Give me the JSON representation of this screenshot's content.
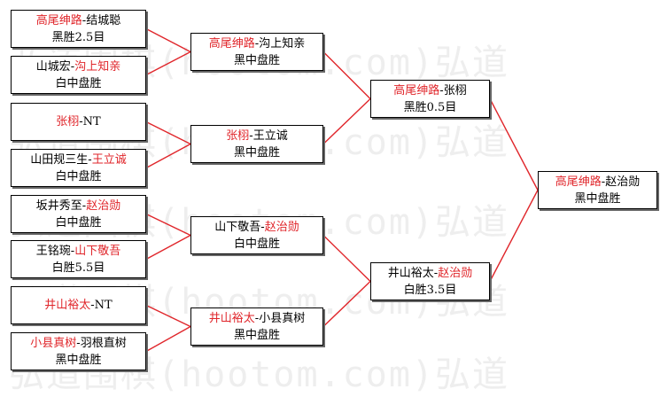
{
  "watermark": "弘道围棋(hootom.com)弘道",
  "round1": [
    {
      "top": [
        {
          "t": "高尾绅路",
          "r": true
        },
        {
          "t": "-结城聪",
          "r": false
        }
      ],
      "result": "黑胜2.5目"
    },
    {
      "top": [
        {
          "t": "山城宏-",
          "r": false
        },
        {
          "t": "沟上知亲",
          "r": true
        }
      ],
      "result": "白中盘胜"
    },
    {
      "top": [
        {
          "t": "张栩",
          "r": true
        },
        {
          "t": "-NT",
          "r": false
        }
      ],
      "result": ""
    },
    {
      "top": [
        {
          "t": "山田规三生-",
          "r": false
        },
        {
          "t": "王立诚",
          "r": true
        }
      ],
      "result": "白中盘胜"
    },
    {
      "top": [
        {
          "t": "坂井秀至-",
          "r": false
        },
        {
          "t": "赵治勋",
          "r": true
        }
      ],
      "result": "白中盘胜"
    },
    {
      "top": [
        {
          "t": "王铭琬-",
          "r": false
        },
        {
          "t": "山下敬吾",
          "r": true
        }
      ],
      "result": "白胜5.5目"
    },
    {
      "top": [
        {
          "t": "井山裕太",
          "r": true
        },
        {
          "t": "-NT",
          "r": false
        }
      ],
      "result": ""
    },
    {
      "top": [
        {
          "t": "小县真树",
          "r": true
        },
        {
          "t": "-羽根直树",
          "r": false
        }
      ],
      "result": "黑中盘胜"
    }
  ],
  "round2": [
    {
      "top": [
        {
          "t": "高尾绅路",
          "r": true
        },
        {
          "t": "-沟上知亲",
          "r": false
        }
      ],
      "result": "黑中盘胜"
    },
    {
      "top": [
        {
          "t": "张栩",
          "r": true
        },
        {
          "t": "-王立诚",
          "r": false
        }
      ],
      "result": "黑中盘胜"
    },
    {
      "top": [
        {
          "t": "山下敬吾-",
          "r": false
        },
        {
          "t": "赵治勋",
          "r": true
        }
      ],
      "result": "白中盘胜"
    },
    {
      "top": [
        {
          "t": "井山裕太",
          "r": true
        },
        {
          "t": "-小县真树",
          "r": false
        }
      ],
      "result": "黑中盘胜"
    }
  ],
  "round3": [
    {
      "top": [
        {
          "t": "高尾绅路",
          "r": true
        },
        {
          "t": "-张栩",
          "r": false
        }
      ],
      "result": "黑胜0.5目"
    },
    {
      "top": [
        {
          "t": "井山裕太-",
          "r": false
        },
        {
          "t": "赵治勋",
          "r": true
        }
      ],
      "result": "白胜3.5目"
    }
  ],
  "final": [
    {
      "top": [
        {
          "t": "高尾绅路",
          "r": true
        },
        {
          "t": "-赵治勋",
          "r": false
        }
      ],
      "result": "黑中盘胜"
    }
  ],
  "colors": {
    "line": "#e0262b",
    "winner": "#e0262b",
    "text": "#000000",
    "border": "#000000"
  }
}
